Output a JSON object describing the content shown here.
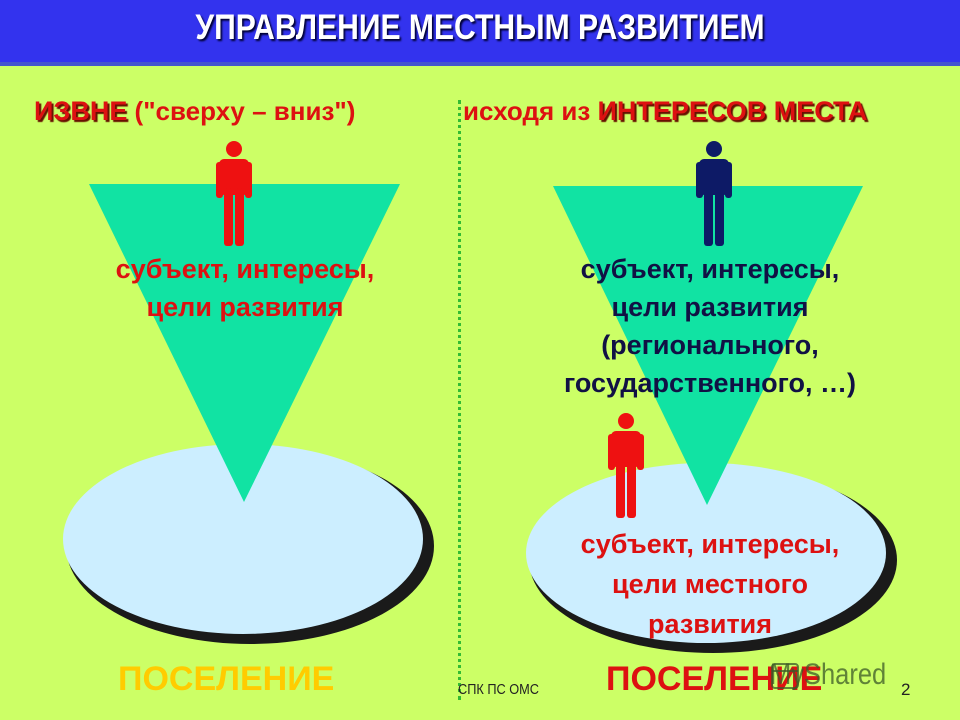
{
  "header": {
    "title": "УПРАВЛЕНИЕ МЕСТНЫМ РАЗВИТИЕМ"
  },
  "left_panel": {
    "heading_emphasis": "ИЗВНЕ",
    "heading_rest": " (\"сверху – вниз\")",
    "subject_lines": [
      "субъект, интересы,",
      "цели развития"
    ],
    "subject_color": "#dd1111",
    "figure_color": "#ee1111",
    "settlement_label": "ПОСЕЛЕНИЕ",
    "settlement_color": "#ffcc00"
  },
  "right_panel": {
    "heading_prefix": "исходя из ",
    "heading_emphasis": "ИНТЕРЕСОВ  МЕСТА",
    "upper_subject_lines": [
      "субъект, интересы,",
      "цели развития",
      "(регионального,",
      "государственного, …)"
    ],
    "upper_subject_color": "#111144",
    "upper_figure_color": "#0d1a66",
    "local_subject_lines": [
      "субъект, интересы,",
      "цели местного",
      "развития"
    ],
    "local_subject_color": "#dd1111",
    "local_figure_color": "#ee1111",
    "settlement_label": "ПОСЕЛЕНИЕ",
    "settlement_color": "#dd1111"
  },
  "colors": {
    "background": "#ccff66",
    "header_bg": "#3333ee",
    "triangle": "#11e3a3",
    "ellipse": "#cceeff",
    "divider": "#33bb33"
  },
  "footer": {
    "text": "СПК ПС ОМС",
    "slide_number": "2",
    "watermark": "MyShared"
  }
}
